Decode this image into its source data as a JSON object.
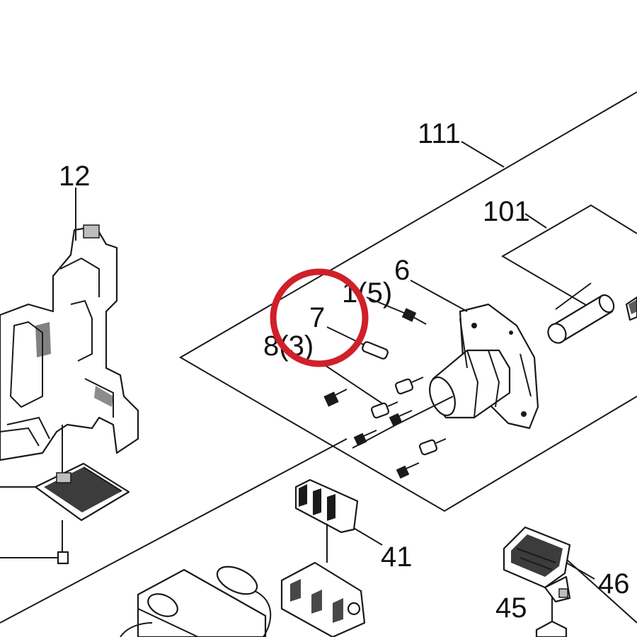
{
  "callouts": [
    {
      "id": "12",
      "text": "12"
    },
    {
      "id": "111",
      "text": "111"
    },
    {
      "id": "101",
      "text": "101"
    },
    {
      "id": "6",
      "text": "6"
    },
    {
      "id": "1-5",
      "text": "1(5)"
    },
    {
      "id": "7",
      "text": "7"
    },
    {
      "id": "8-3",
      "text": "8(3)"
    },
    {
      "id": "41",
      "text": "41"
    },
    {
      "id": "46",
      "text": "46"
    },
    {
      "id": "45",
      "text": "45"
    }
  ],
  "colors": {
    "line": "#1a1a1a",
    "highlight": "#d0202a",
    "background": "#ffffff"
  }
}
